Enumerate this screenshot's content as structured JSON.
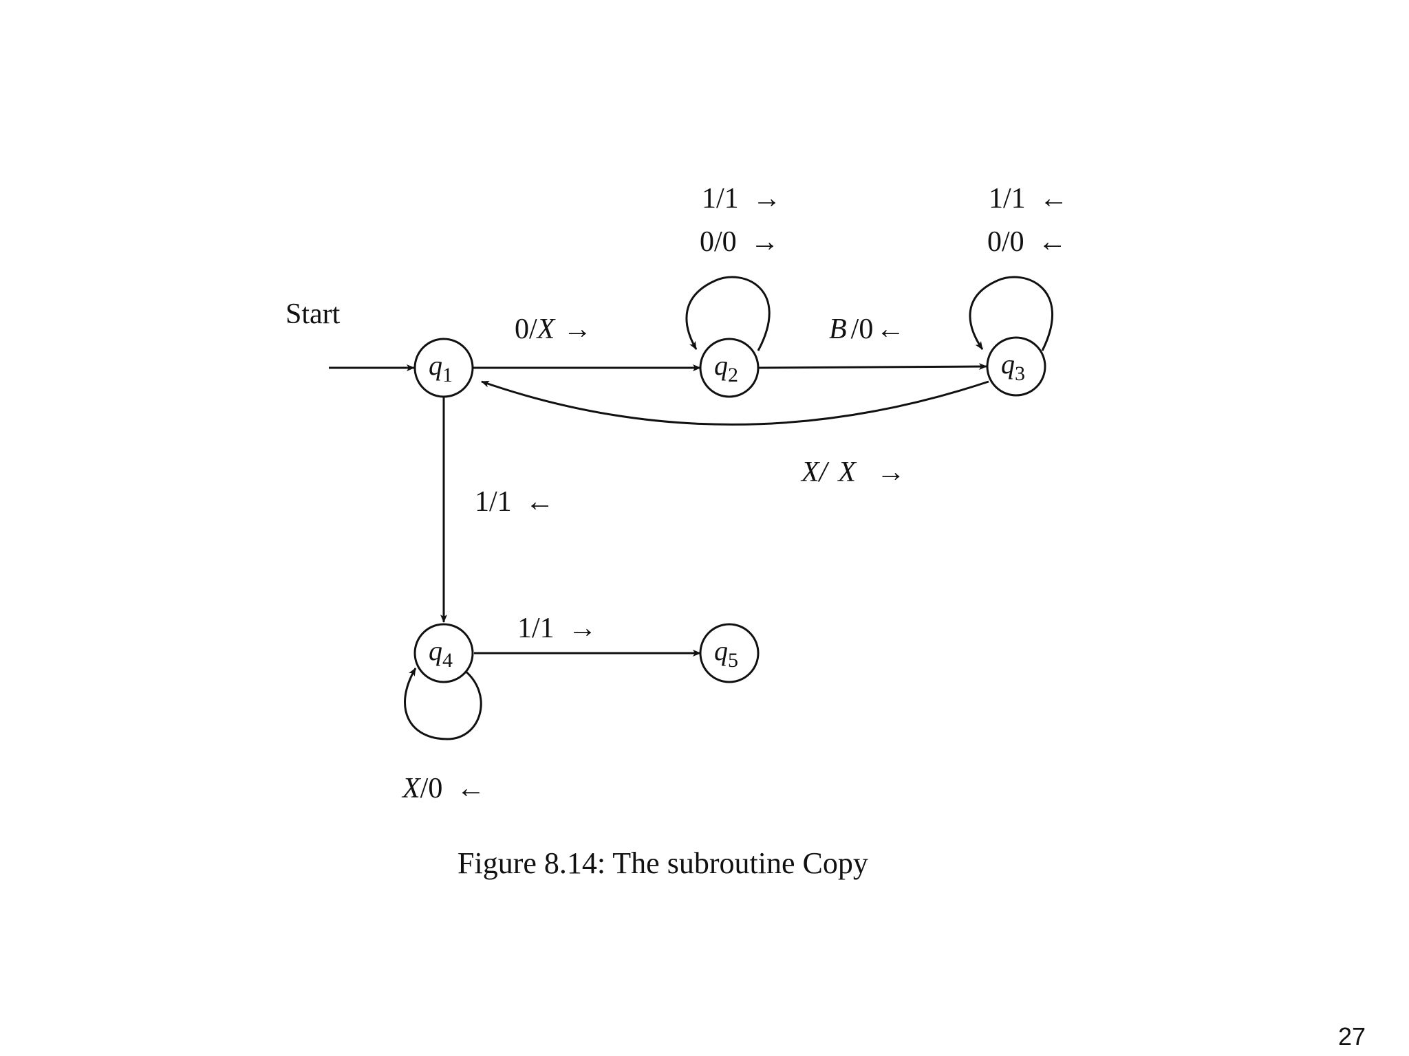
{
  "diagram": {
    "start_label": "Start",
    "states": [
      {
        "id": "q1",
        "symbol": "q",
        "sub": "1"
      },
      {
        "id": "q2",
        "symbol": "q",
        "sub": "2"
      },
      {
        "id": "q3",
        "symbol": "q",
        "sub": "3"
      },
      {
        "id": "q4",
        "symbol": "q",
        "sub": "4"
      },
      {
        "id": "q5",
        "symbol": "q",
        "sub": "5"
      }
    ],
    "transitions": [
      {
        "from": "q1",
        "to": "q2",
        "read": "0",
        "write": "X",
        "dir": "→"
      },
      {
        "from": "q2",
        "to": "q2",
        "read": "1",
        "write": "1",
        "dir": "→"
      },
      {
        "from": "q2",
        "to": "q2",
        "read": "0",
        "write": "0",
        "dir": "→"
      },
      {
        "from": "q2",
        "to": "q3",
        "read": "B",
        "write": "0",
        "dir": "←"
      },
      {
        "from": "q3",
        "to": "q3",
        "read": "1",
        "write": "1",
        "dir": "←"
      },
      {
        "from": "q3",
        "to": "q3",
        "read": "0",
        "write": "0",
        "dir": "←"
      },
      {
        "from": "q3",
        "to": "q1",
        "read": "X",
        "write": "X",
        "dir": "→"
      },
      {
        "from": "q1",
        "to": "q4",
        "read": "1",
        "write": "1",
        "dir": "←"
      },
      {
        "from": "q4",
        "to": "q5",
        "read": "1",
        "write": "1",
        "dir": "→"
      },
      {
        "from": "q4",
        "to": "q4",
        "read": "X",
        "write": "0",
        "dir": "←"
      }
    ],
    "caption": "Figure 8.14: The subroutine Copy"
  },
  "page_number": "27"
}
